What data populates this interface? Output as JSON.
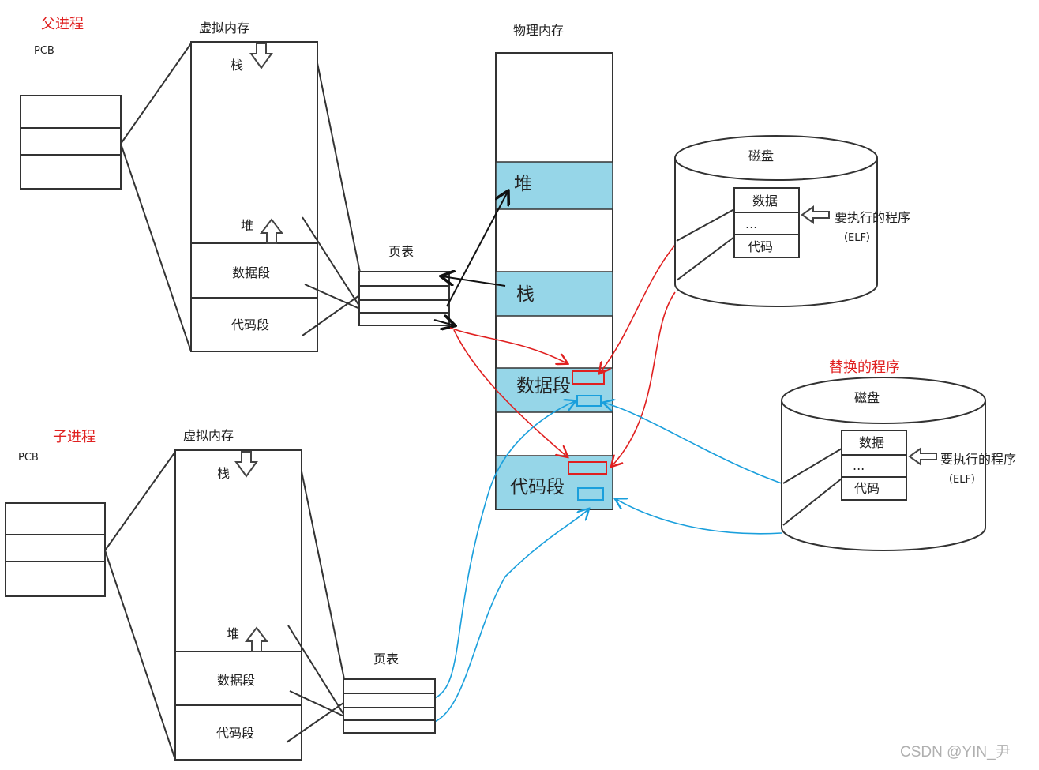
{
  "parent": {
    "title": "父进程",
    "pcb_label": "PCB",
    "vm_title": "虚拟内存",
    "stack": "栈",
    "heap": "堆",
    "data_seg": "数据段",
    "code_seg": "代码段",
    "page_table": "页表"
  },
  "child": {
    "title": "子进程",
    "pcb_label": "PCB",
    "vm_title": "虚拟内存",
    "stack": "栈",
    "heap": "堆",
    "data_seg": "数据段",
    "code_seg": "代码段",
    "page_table": "页表"
  },
  "physical": {
    "title": "物理内存",
    "heap": "堆",
    "stack": "栈",
    "data_seg": "数据段",
    "code_seg": "代码段"
  },
  "disk1": {
    "title": "磁盘",
    "data": "数据",
    "dots": "...",
    "code": "代码",
    "note": "要执行的程序",
    "elf": "（ELF）"
  },
  "disk2": {
    "heading": "替换的程序",
    "title": "磁盘",
    "data": "数据",
    "dots": "...",
    "code": "代码",
    "note": "要执行的程序",
    "elf": "（ELF）"
  },
  "watermark": "CSDN @YIN_尹",
  "colors": {
    "block_fill": "#96d6e8",
    "parent_arrow": "#e02020",
    "child_arrow": "#1a9fdc",
    "outline": "#333333"
  }
}
